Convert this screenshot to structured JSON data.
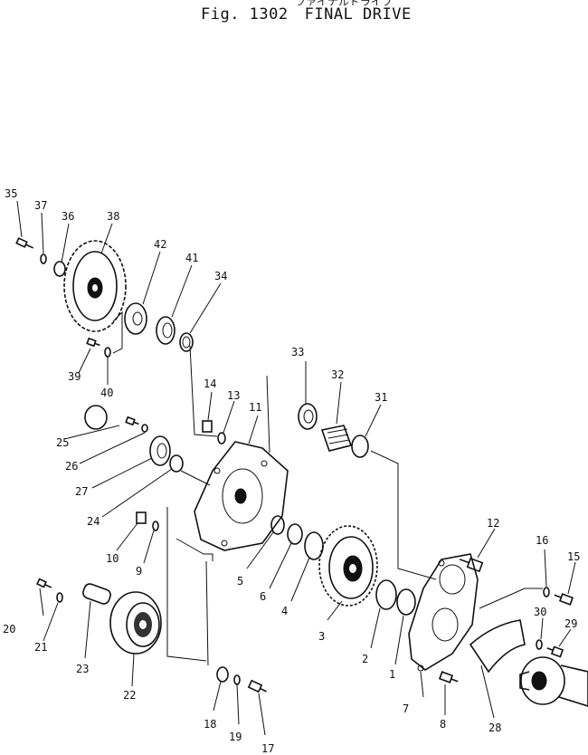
{
  "header": {
    "subtitle_jp": "ファイナルドライブ",
    "fig_label": "Fig. 1302",
    "title": "FINAL DRIVE"
  },
  "callouts": [
    "1",
    "2",
    "3",
    "4",
    "5",
    "6",
    "7",
    "8",
    "9",
    "10",
    "11",
    "12",
    "13",
    "14",
    "15",
    "16",
    "17",
    "18",
    "19",
    "20",
    "21",
    "22",
    "23",
    "24",
    "25",
    "26",
    "27",
    "28",
    "29",
    "30",
    "31",
    "32",
    "33",
    "34",
    "35",
    "36",
    "37",
    "38",
    "39",
    "40",
    "41",
    "42"
  ]
}
